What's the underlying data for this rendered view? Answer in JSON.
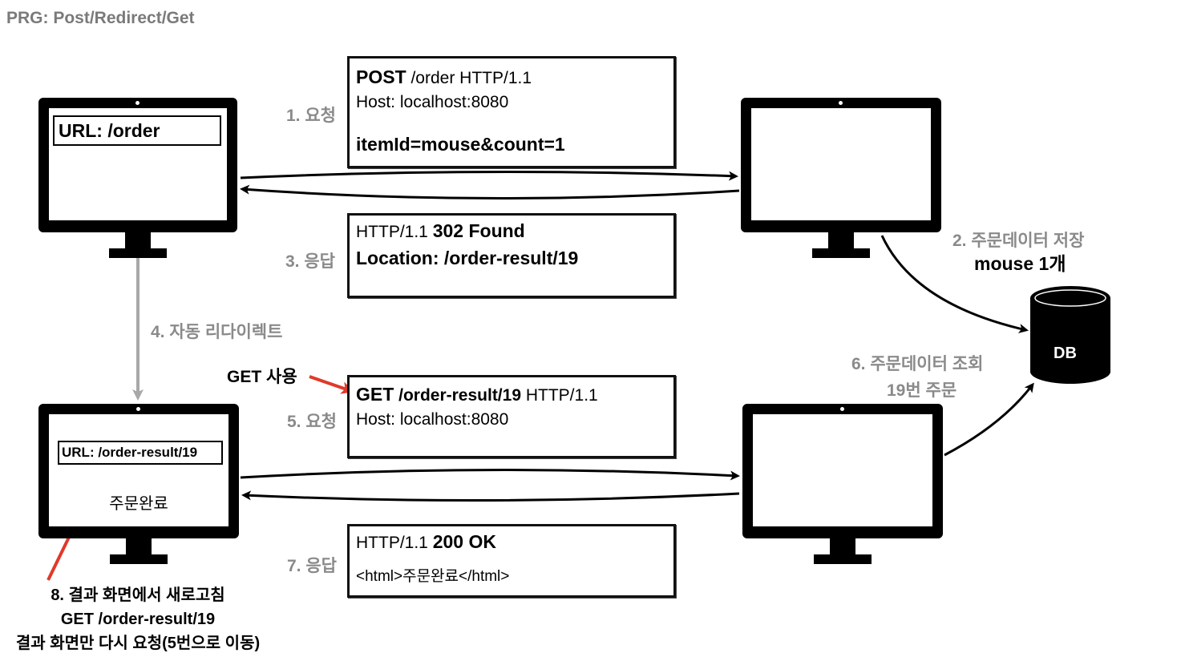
{
  "title": "PRG: Post/Redirect/Get",
  "client_top": {
    "url": "URL: /order"
  },
  "client_bottom": {
    "url": "URL: /order-result/19",
    "content": "주문완료"
  },
  "step1": {
    "label": "1. 요청",
    "request_method": "POST",
    "request_rest": " /order HTTP/1.1",
    "host": "Host: localhost:8080",
    "body": "itemId=mouse&count=1"
  },
  "step2": {
    "line1": "2. 주문데이터 저장",
    "line2": "mouse 1개"
  },
  "step3": {
    "label": "3. 응답",
    "status_prefix": "HTTP/1.1 ",
    "status_code": "302 Found",
    "location": "Location: /order-result/19"
  },
  "step4": {
    "label": "4. 자동 리다이렉트"
  },
  "step5": {
    "label": "5. 요청",
    "callout": "GET 사용",
    "request_method": "GET",
    "request_path": " /order-result/19",
    "request_proto": " HTTP/1.1",
    "host": "Host: localhost:8080"
  },
  "step6": {
    "line1": "6. 주문데이터 조회",
    "line2": "19번 주문"
  },
  "step7": {
    "label": "7. 응답",
    "status_prefix": "HTTP/1.1 ",
    "status_code": "200 OK",
    "body": "<html>주문완료</html>"
  },
  "step8": {
    "line1": "8. 결과 화면에서 새로고침",
    "line2": "GET /order-result/19",
    "line3": "결과 화면만 다시 요청(5번으로 이동)"
  },
  "db": {
    "label": "DB"
  },
  "colors": {
    "accent_red": "#e0392b",
    "gray_text": "#8a8a8a",
    "gray_arrow": "#a8a8a8"
  }
}
